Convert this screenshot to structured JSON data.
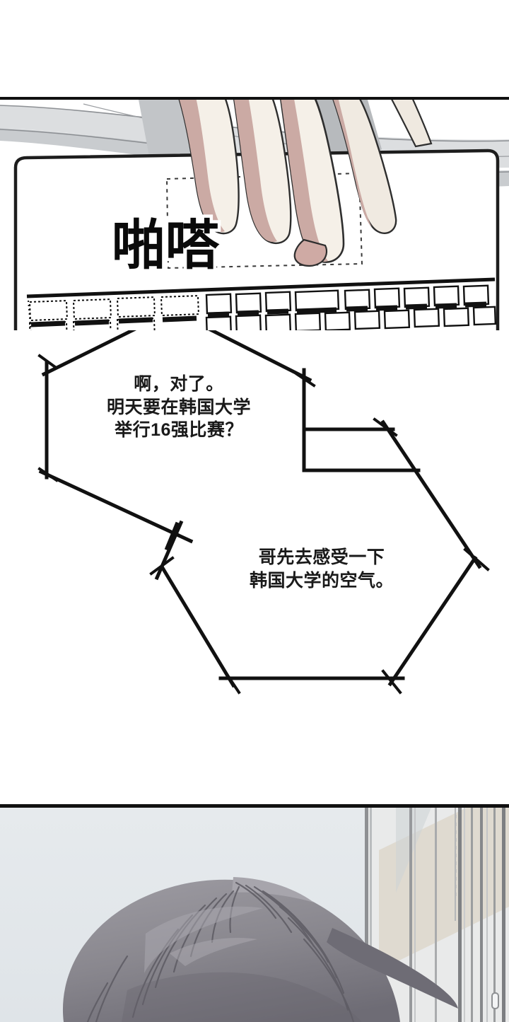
{
  "comic": {
    "page_background": "#ffffff",
    "panels": [
      {
        "id": "panel-typing",
        "description": "Hand typing on a laptop keyboard",
        "sfx": "啪嗒",
        "colors": {
          "skin_light": "#f4efe7",
          "skin_shadow": "#c8a7a1",
          "outline": "#2b2b2b",
          "laptop_body": "#ffffff",
          "desk_gray": "#d4d6d8",
          "desk_gray_dark": "#b9bcbf"
        }
      },
      {
        "id": "panel-boy-back",
        "description": "Back of a gray haired character in front of a window",
        "colors": {
          "background": "#e3e7ea",
          "hair_base": "#8d8b92",
          "hair_shadow": "#6f6d76",
          "hair_light": "#a6a4ab",
          "window_frame": "#8b8d90",
          "window_pane": "#eceeef",
          "wall_beige": "#ded8cd"
        }
      }
    ],
    "speech_bubbles": [
      {
        "id": "bubble-1",
        "speaker": "off-screen",
        "shape": "hand-drawn-hexagon",
        "tail": "up-to-keyboard",
        "lines": [
          "啊，对了。",
          "明天要在韩国大学",
          "举行16强比赛？"
        ],
        "text": "啊，对了。\n明天要在韩国大学\n举行16强比赛？"
      },
      {
        "id": "bubble-2",
        "speaker": "off-screen",
        "shape": "hand-drawn-hexagon",
        "tail": "up-left",
        "lines": [
          "哥先去感受一下",
          "韩国大学的空气。"
        ],
        "text": "哥先去感受一下\n韩国大学的空气。"
      }
    ],
    "outline_color": "#111111",
    "text_color": "#1a1a1a"
  }
}
